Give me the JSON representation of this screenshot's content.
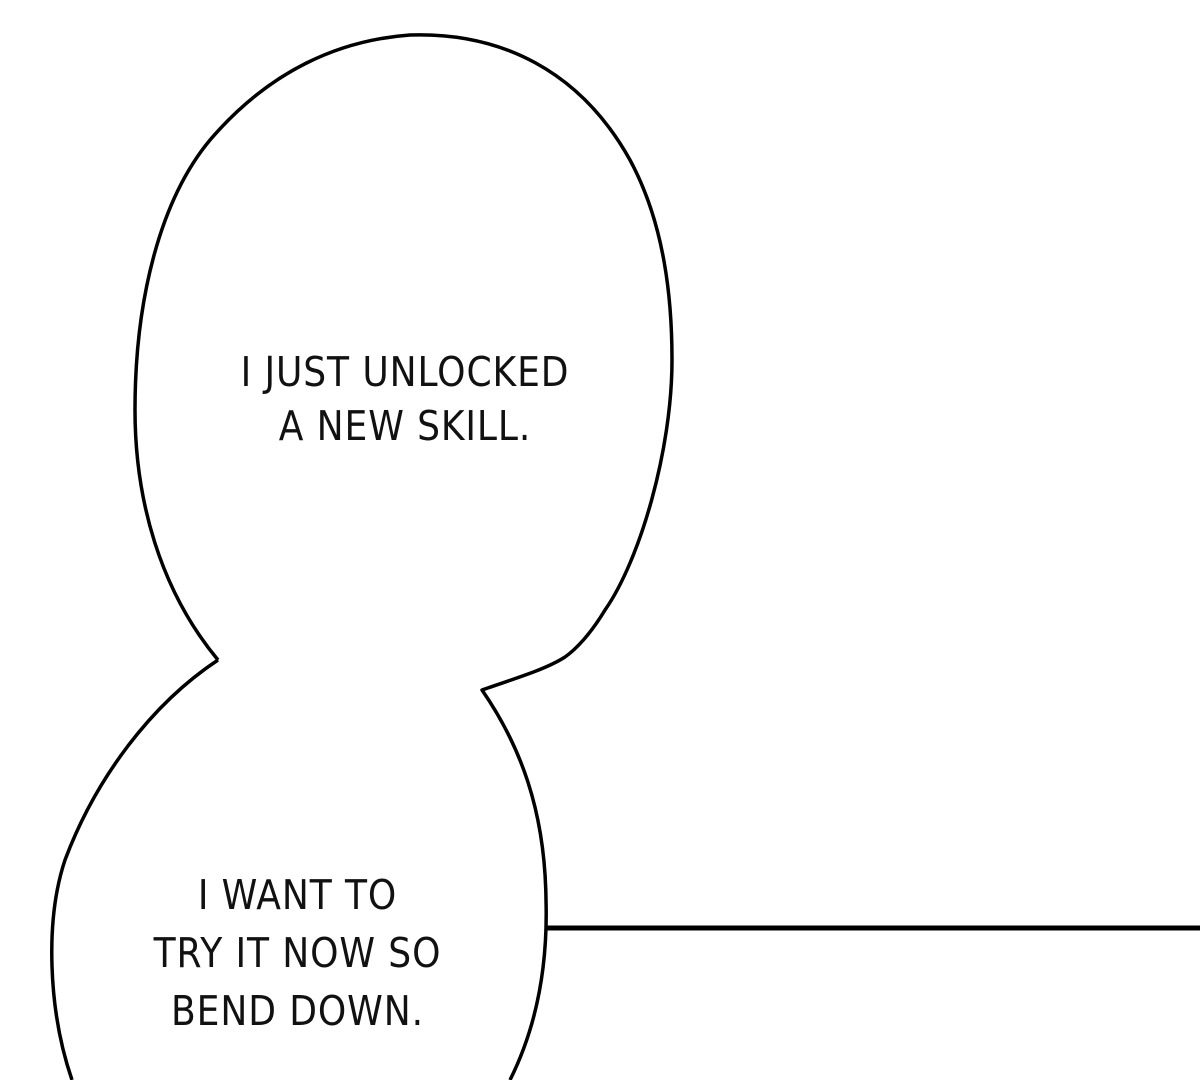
{
  "bubbles": [
    {
      "lines": [
        "I JUST UNLOCKED",
        "A NEW SKILL."
      ]
    },
    {
      "lines": [
        "I WANT TO",
        "TRY IT NOW SO",
        "BEND DOWN."
      ]
    }
  ],
  "colors": {
    "ink": "#000000",
    "background": "#ffffff"
  }
}
